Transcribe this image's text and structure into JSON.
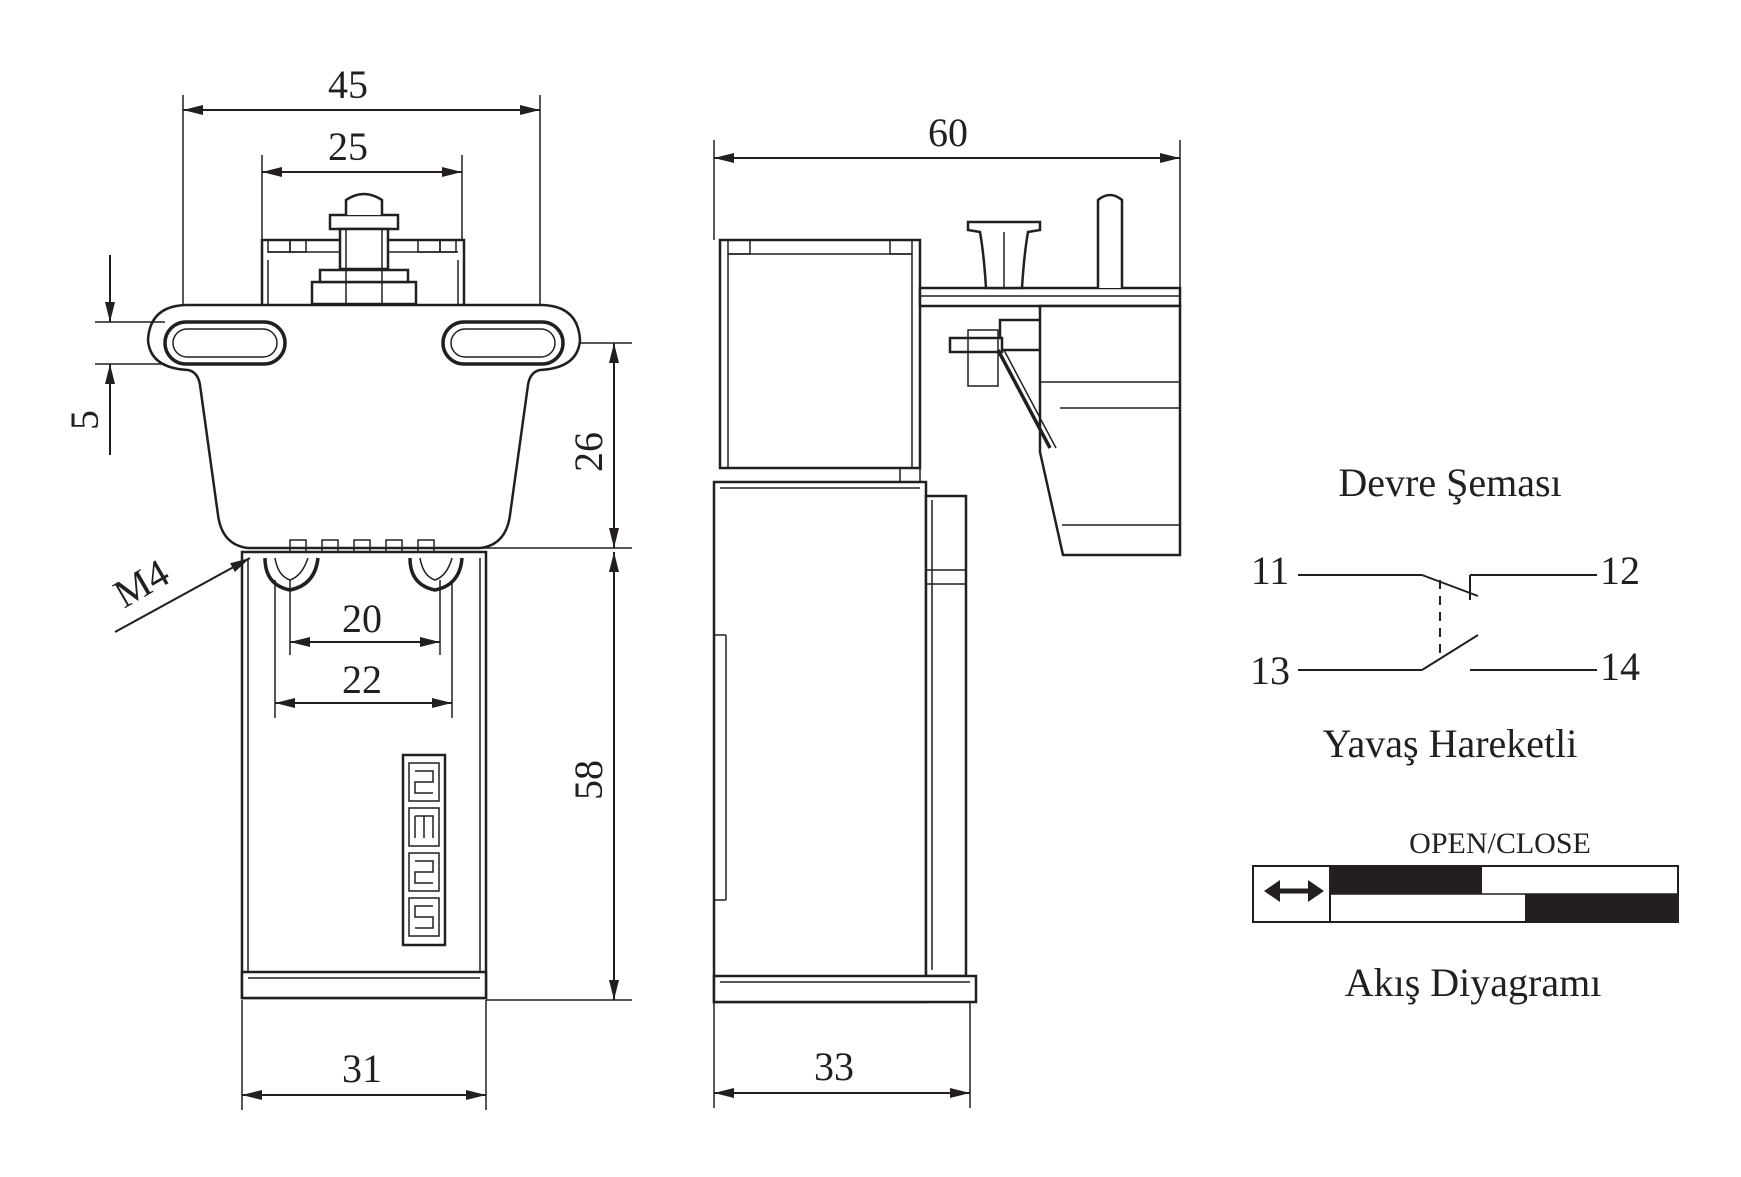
{
  "dimensions": {
    "width_total": "45",
    "width_top": "25",
    "slot_height": "5",
    "upper_height": "26",
    "lower_height": "58",
    "thread": "M4",
    "hole_inner": "20",
    "hole_outer": "22",
    "base_width": "31",
    "side_length": "60",
    "side_base": "33"
  },
  "logo_text": "emas",
  "circuit": {
    "title": "Devre Şeması",
    "t11": "11",
    "t12": "12",
    "t13": "13",
    "t14": "14",
    "subtitle": "Yavaş Hareketli"
  },
  "flow": {
    "header": "OPEN/CLOSE",
    "title": "Akış Diyagramı",
    "icon": "double-arrow-icon"
  },
  "colors": {
    "ink": "#231f20",
    "background": "#ffffff"
  }
}
